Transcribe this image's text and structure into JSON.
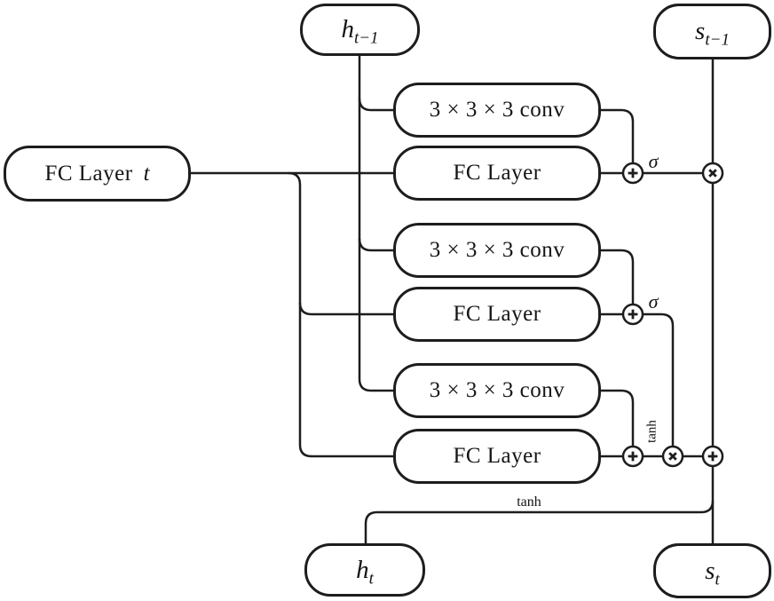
{
  "diagram": {
    "type": "convlstm-cell-diagram",
    "background": "#ffffff",
    "stroke_color": "#1d1d1d",
    "nodes": {
      "h_prev": {
        "base": "h",
        "sub": "t−1"
      },
      "s_prev": {
        "base": "s",
        "sub": "t−1"
      },
      "fc_t": {
        "label": "FC Layer",
        "var": "t"
      },
      "conv1": {
        "label": "3 × 3 × 3 conv"
      },
      "fc1": {
        "label": "FC Layer"
      },
      "conv2": {
        "label": "3 × 3 × 3 conv"
      },
      "fc2": {
        "label": "FC Layer"
      },
      "conv3": {
        "label": "3 × 3 × 3 conv"
      },
      "fc3": {
        "label": "FC Layer"
      },
      "h_t": {
        "base": "h",
        "sub": "t"
      },
      "s_t": {
        "base": "s",
        "sub": "t"
      }
    },
    "operators": {
      "add1": {
        "symbol": "⊕"
      },
      "mul1": {
        "symbol": "⊗"
      },
      "add2": {
        "symbol": "⊕"
      },
      "add3": {
        "symbol": "⊕"
      },
      "mul2": {
        "symbol": "⊗"
      },
      "add4": {
        "symbol": "⊕"
      }
    },
    "edge_labels": {
      "sigma1": "σ",
      "sigma2": "σ",
      "tanh_gate": "tanh",
      "tanh_output": "tanh"
    }
  }
}
